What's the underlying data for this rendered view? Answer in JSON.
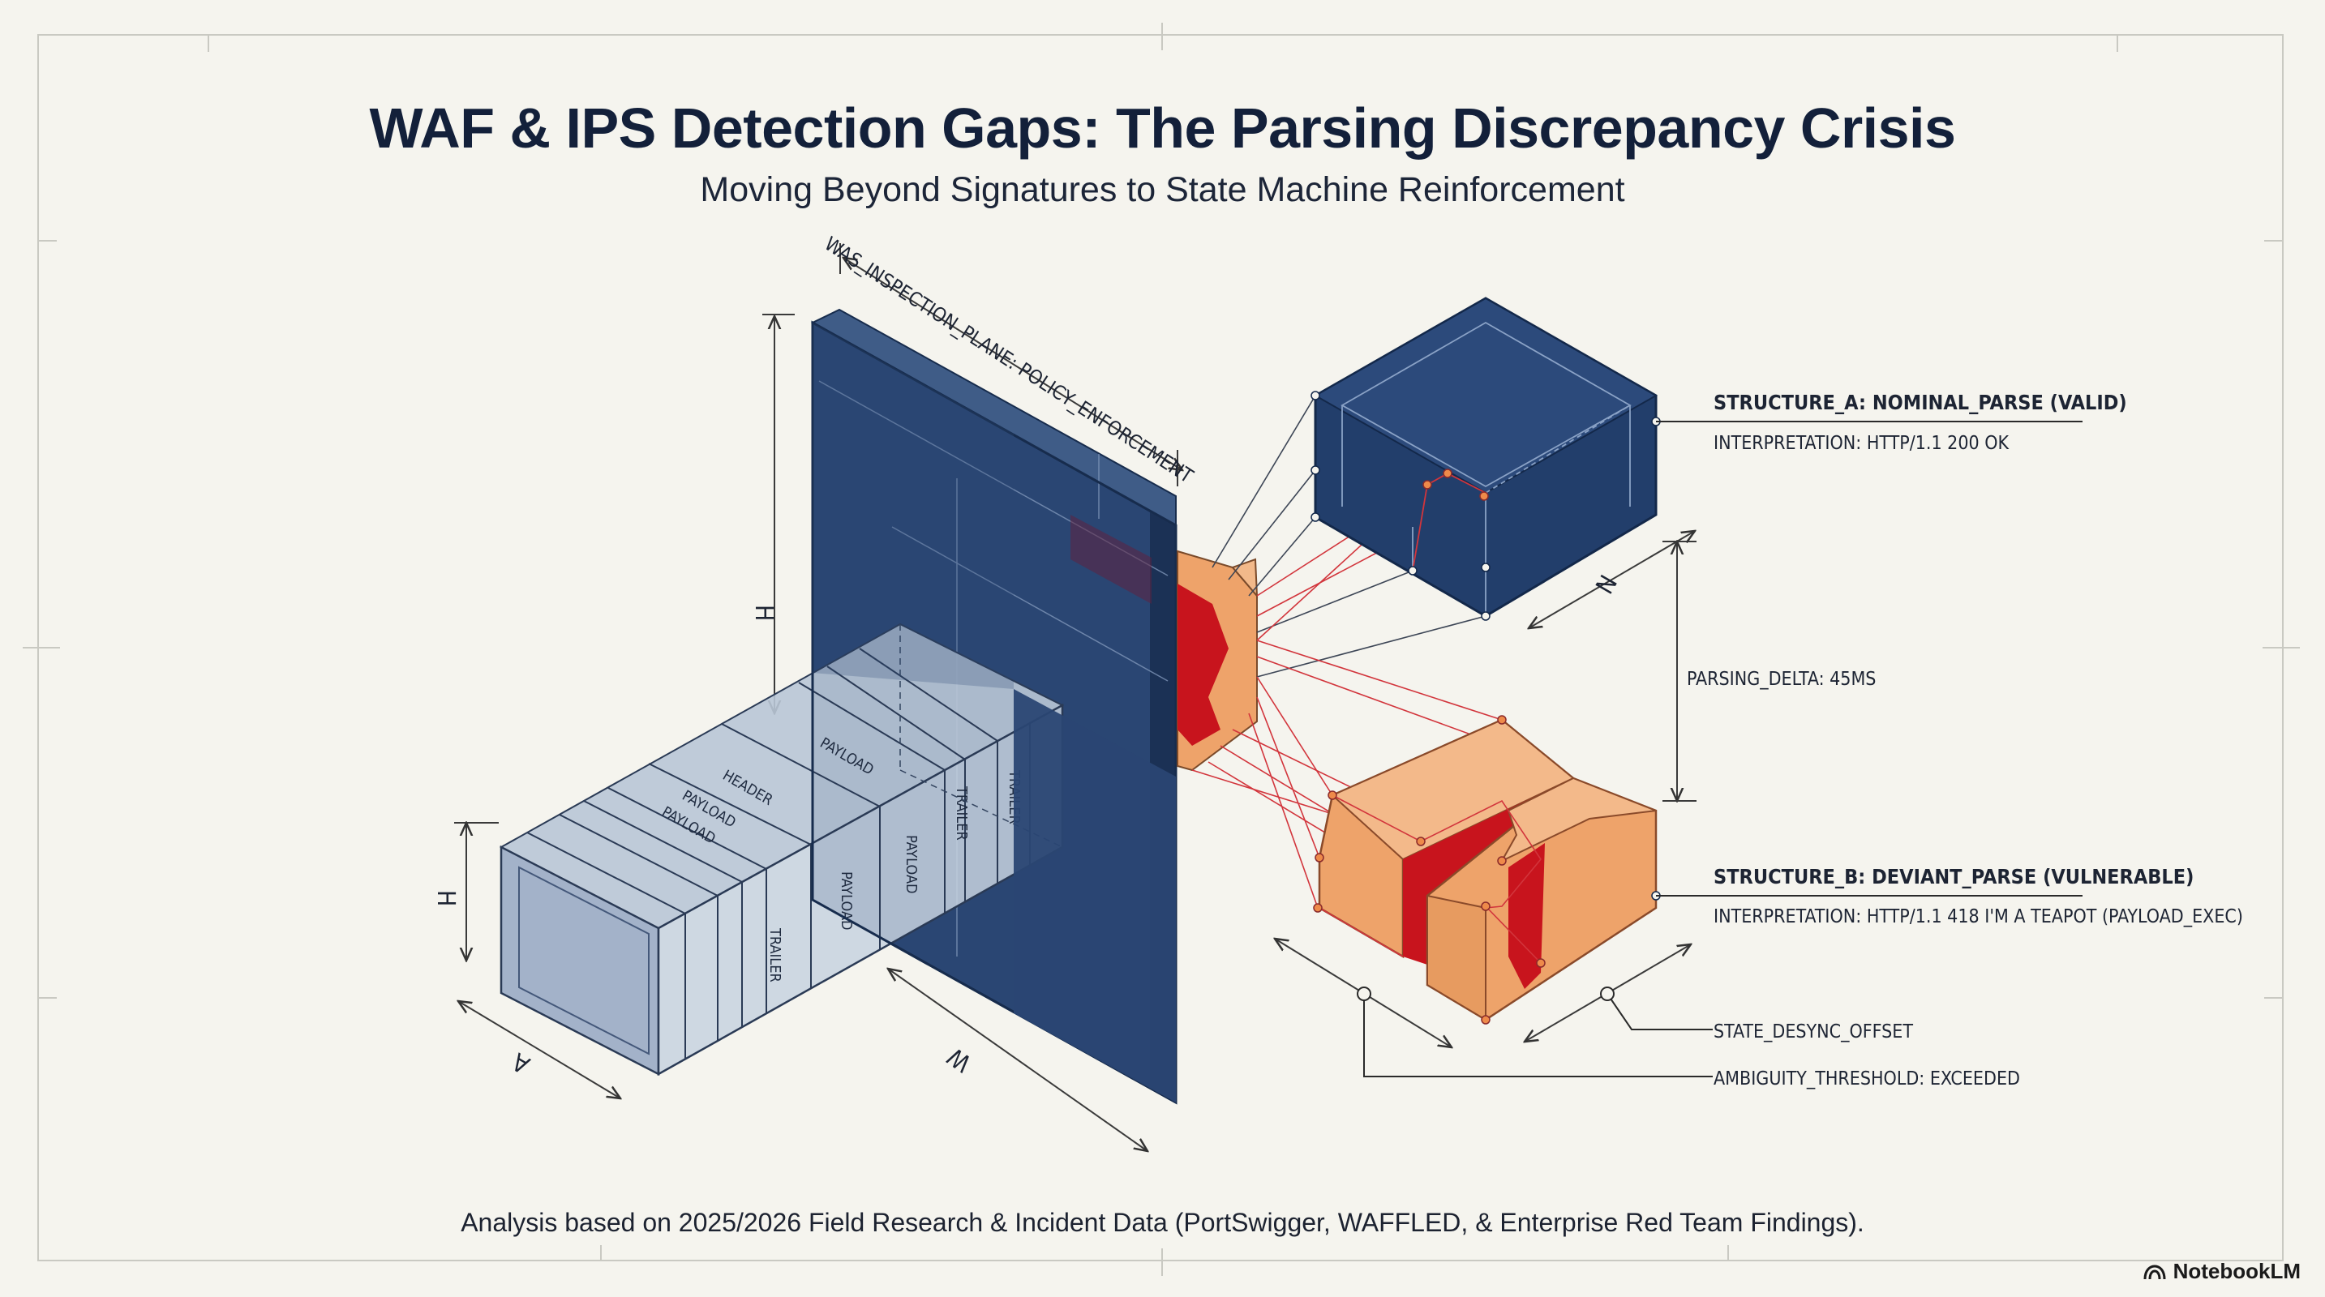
{
  "title": "WAF & IPS Detection Gaps: The Parsing Discrepancy Crisis",
  "subtitle": "Moving Beyond Signatures to State Machine Reinforcement",
  "footnote": "Analysis based on 2025/2026 Field Research & Incident Data (PortSwigger, WAFFLED, & Enterprise Red Team Findings).",
  "brand": "NotebookLM",
  "diagram": {
    "plane_label": "WAS_INSPECTION_PLANE: POLICY_ENFORCEMENT",
    "dim_h_plane": "H",
    "dim_h_box": "H",
    "dim_a": "A",
    "dim_w": "W",
    "dim_n": "N",
    "segment_labels": [
      "PAYLOAD",
      "HEADER",
      "PAYLOAD",
      "PAYLOAD",
      "PAYLOAD",
      "TRAILER",
      "PAYLOAD",
      "TRAILER",
      "TRAILER"
    ],
    "structure_a_title": "STRUCTURE_A: NOMINAL_PARSE (VALID)",
    "structure_a_interp": "INTERPRETATION: HTTP/1.1 200 OK",
    "parsing_delta": "PARSING_DELTA: 45MS",
    "structure_b_title": "STRUCTURE_B: DEVIANT_PARSE (VULNERABLE)",
    "structure_b_interp": "INTERPRETATION: HTTP/1.1 418 I'M A TEAPOT (PAYLOAD_EXEC)",
    "state_desync": "STATE_DESYNC_OFFSET",
    "ambiguity": "AMBIGUITY_THRESHOLD: EXCEEDED"
  },
  "colors": {
    "navy": "#1f3a66",
    "orange": "#eea36a",
    "red": "#c8141d",
    "background": "#f5f4ee"
  }
}
